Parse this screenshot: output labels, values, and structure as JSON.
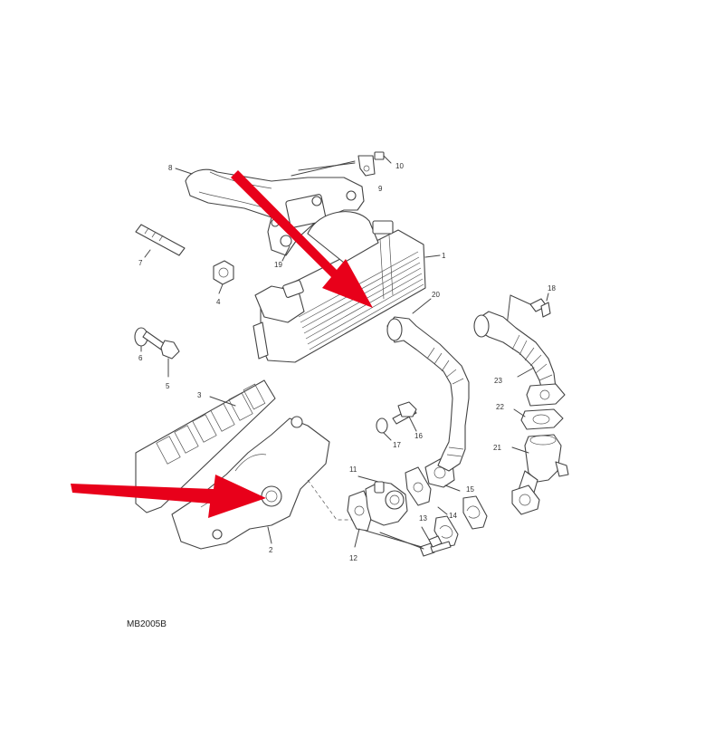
{
  "diagram": {
    "reference_code": "MB2005B",
    "callouts": [
      "1",
      "2",
      "3",
      "4",
      "5",
      "6",
      "7",
      "8",
      "9",
      "10",
      "11",
      "12",
      "13",
      "14",
      "15",
      "16",
      "17",
      "18",
      "19",
      "20",
      "21",
      "22",
      "23"
    ],
    "arrow_color": "#e8001a",
    "line_color": "#444444"
  }
}
